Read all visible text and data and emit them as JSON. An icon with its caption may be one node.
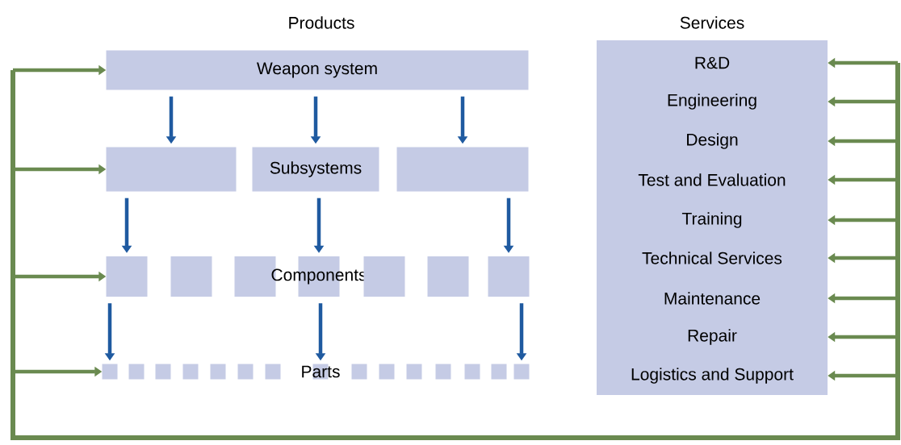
{
  "diagram": {
    "nodes": [
      {
        "text": [
          "Weapon system"
        ]
      },
      {
        "text": [],
        "shape": "box"
      },
      {
        "text": [
          "Subsystems"
        ]
      },
      {
        "text": [],
        "shape": "box"
      },
      {
        "text": [],
        "shape": "box"
      },
      {
        "text": [],
        "shape": "box"
      },
      {
        "text": [],
        "shape": "box"
      },
      {
        "text": [
          "Components"
        ]
      },
      {
        "text": [],
        "shape": "box"
      },
      {
        "text": [],
        "shape": "box"
      },
      {
        "text": [],
        "shape": "box"
      },
      {
        "text": [],
        "shape": "box"
      },
      {
        "text": [],
        "shape": "box"
      },
      {
        "text": [],
        "shape": "box"
      },
      {
        "text": [],
        "shape": "box"
      },
      {
        "text": [],
        "shape": "box"
      },
      {
        "text": [],
        "shape": "box"
      },
      {
        "text": [],
        "shape": "box"
      },
      {
        "text": [
          "Parts"
        ]
      },
      {
        "text": [],
        "shape": "box"
      },
      {
        "text": [],
        "shape": "box"
      },
      {
        "text": [],
        "shape": "box"
      },
      {
        "text": [],
        "shape": "box"
      },
      {
        "text": [],
        "shape": "box"
      },
      {
        "text": [],
        "shape": "box"
      },
      {
        "text": [],
        "shape": "box"
      },
      {
        "text": [
          "Services",
          "R&D",
          "Engineering",
          "Design",
          "Test and Evaluation",
          "Training",
          "Technical Services",
          "Maintenance",
          "Repair",
          "Logistics and Support"
        ]
      }
    ],
    "edges": [
      {
        "from": 0,
        "to": 1,
        "arrow": "to",
        "color": "#1f5aa0"
      },
      {
        "from": 0,
        "to": 2,
        "arrow": "to",
        "color": "#1f5aa0"
      },
      {
        "from": 0,
        "to": 3,
        "arrow": "to",
        "color": "#1f5aa0"
      },
      {
        "from": 1,
        "to": 4,
        "arrow": "to",
        "color": "#1f5aa0"
      },
      {
        "from": 2,
        "to": 7,
        "arrow": "to",
        "color": "#1f5aa0"
      },
      {
        "from": 3,
        "to": 10,
        "arrow": "to",
        "color": "#1f5aa0"
      },
      {
        "from": 4,
        "to": 11,
        "arrow": "to",
        "color": "#1f5aa0"
      },
      {
        "from": 7,
        "to": 18,
        "arrow": "to",
        "color": "#1f5aa0"
      },
      {
        "from": 10,
        "to": 25,
        "arrow": "to",
        "color": "#1f5aa0"
      },
      {
        "from": null,
        "to": 0,
        "arrow": "to"
      },
      {
        "from": null,
        "to": 1,
        "arrow": "to"
      },
      {
        "from": null,
        "to": 4,
        "arrow": "to"
      },
      {
        "from": null,
        "to": 11,
        "arrow": "to"
      },
      {
        "from": null,
        "to": 26,
        "arrow": "to"
      },
      {
        "from": null,
        "to": 26,
        "arrow": "to"
      },
      {
        "from": null,
        "to": 26,
        "arrow": "to"
      },
      {
        "from": null,
        "to": 26,
        "arrow": "to"
      },
      {
        "from": null,
        "to": 26,
        "arrow": "to"
      },
      {
        "from": null,
        "to": 26,
        "arrow": "to"
      },
      {
        "from": null,
        "to": 26,
        "arrow": "to"
      },
      {
        "from": null,
        "to": 26,
        "arrow": "to"
      },
      {
        "from": null,
        "to": 26,
        "arrow": "to"
      }
    ],
    "labels": [
      "Products"
    ]
  }
}
